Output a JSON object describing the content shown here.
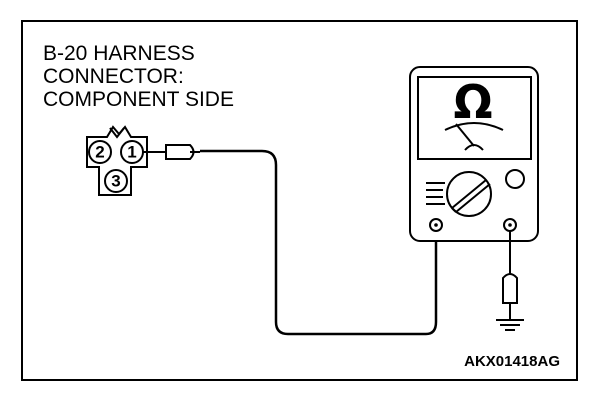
{
  "connector_label": {
    "line1": "B-20 HARNESS",
    "line2": "CONNECTOR:",
    "line3": "COMPONENT SIDE"
  },
  "connector_pins": {
    "pin1": "1",
    "pin2": "2",
    "pin3": "3"
  },
  "meter": {
    "symbol": "Ω"
  },
  "figure_code": "AKX01418AG"
}
